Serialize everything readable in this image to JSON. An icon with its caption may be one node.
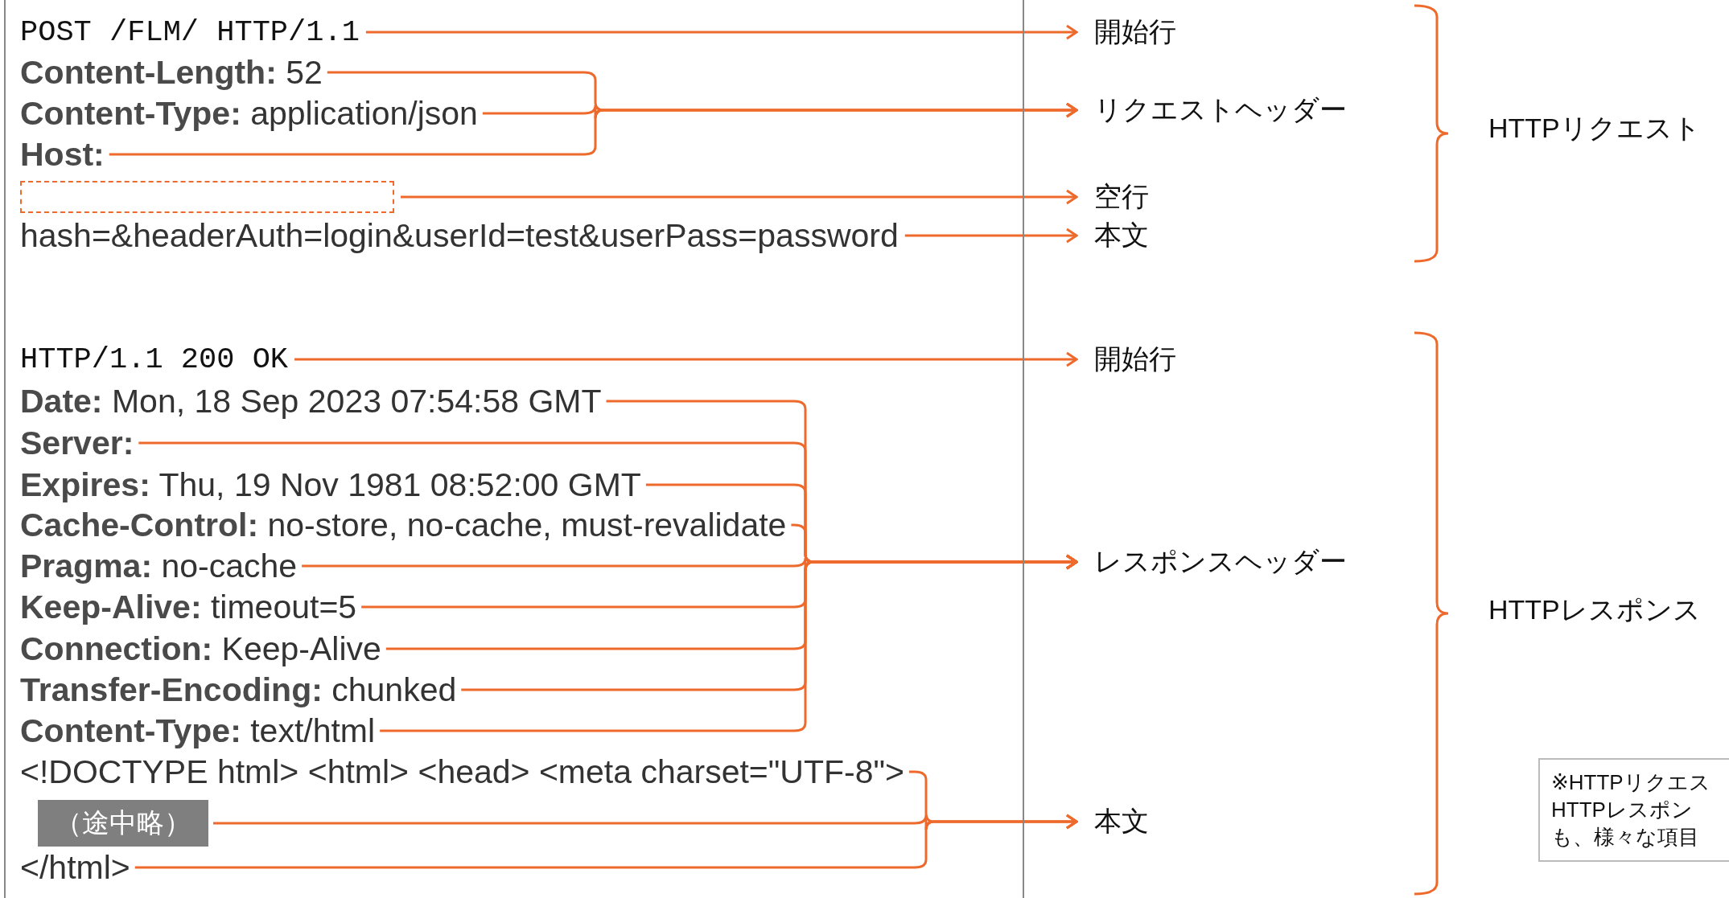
{
  "diagram": {
    "nodes": [
      {
        "text": [],
        "shape": "box"
      },
      {
        "text": [
          "POST /FLM/ HTTP/1.1"
        ],
        "in": 0
      },
      {
        "text": [
          "**Content-Length:** 52"
        ],
        "in": 0
      },
      {
        "text": [
          "**Content-Type:** application/json"
        ],
        "in": 0
      },
      {
        "text": [
          "Host:"
        ],
        "in": 0
      },
      {
        "text": [],
        "shape": "box",
        "in": 0
      },
      {
        "text": [
          "hash=&headerAuth=login&userId=test&userPass=password"
        ],
        "in": 0
      },
      {
        "text": [
          "HTTP/1.1 200 OK"
        ],
        "in": 0
      },
      {
        "text": [
          "**Date:** Mon, 18 Sep 2023 07:54:58 GMT"
        ],
        "in": 0
      },
      {
        "text": [
          "Server:"
        ],
        "in": 0
      },
      {
        "text": [
          "**Expires:** Thu, 19 Nov 1981 08:52:00 GMT"
        ],
        "in": 0
      },
      {
        "text": [
          "**Cache-Control:** no-store, no-cache, must-revalidate"
        ],
        "in": 0
      },
      {
        "text": [
          "**Pragma:** no-cache"
        ],
        "in": 0
      },
      {
        "text": [
          "**Keep-Alive:** timeout=5"
        ],
        "in": 0
      },
      {
        "text": [
          "**Connection:** Keep-Alive"
        ],
        "in": 0
      },
      {
        "text": [
          "**Transfer-Encoding:** chunked"
        ],
        "in": 0
      },
      {
        "text": [
          "**Content-Type:** text/html"
        ],
        "in": 0
      },
      {
        "text": [
          "<!DOCTYPE html> <html> <head> <meta charset=\"UTF-8\">"
        ],
        "in": 0
      },
      {
        "text": [
          "（途中略）"
        ],
        "in": 0
      },
      {
        "text": [
          "</html>"
        ],
        "in": 0
      },
      {
        "text": [
          "開始行"
        ]
      },
      {
        "text": [
          "リクエストヘッダー"
        ]
      },
      {
        "text": [
          "空行"
        ]
      },
      {
        "text": [
          "本文"
        ]
      },
      {
        "text": [
          "開始行"
        ]
      },
      {
        "text": [
          "レスポンスヘッダー"
        ]
      },
      {
        "text": [
          "本文"
        ]
      },
      {
        "text": [
          "※HTTPリクエスHTTPレスポンも、様々な項目"
        ]
      }
    ],
    "edges": [
      {
        "from": 1,
        "to": 20,
        "arrow": "to"
      },
      {
        "from": 2,
        "to": 21,
        "arrow": "to"
      },
      {
        "from": 3,
        "to": 21,
        "arrow": "to"
      },
      {
        "from": 4,
        "to": 21,
        "arrow": "to"
      },
      {
        "from": 5,
        "to": 22,
        "arrow": "to"
      },
      {
        "from": 6,
        "to": 23,
        "arrow": "to"
      },
      {
        "from": 7,
        "to": 24,
        "arrow": "to"
      },
      {
        "from": 8,
        "to": 25,
        "arrow": "to"
      },
      {
        "from": 9,
        "to": 25,
        "arrow": "to"
      },
      {
        "from": 10,
        "to": 25,
        "arrow": "to"
      },
      {
        "from": 11,
        "to": 25,
        "arrow": "to"
      },
      {
        "from": 12,
        "to": 25,
        "arrow": "to"
      },
      {
        "from": 13,
        "to": 25,
        "arrow": "to"
      },
      {
        "from": 14,
        "to": 25,
        "arrow": "to"
      },
      {
        "from": 15,
        "to": 25,
        "arrow": "to"
      },
      {
        "from": 16,
        "to": 25,
        "arrow": "to"
      },
      {
        "from": 17,
        "to": 26,
        "arrow": "to"
      },
      {
        "from": 18,
        "to": 26,
        "arrow": "to"
      },
      {
        "from": 19,
        "to": 26,
        "arrow": "to"
      }
    ],
    "labels": [
      "HTTPリクエスト",
      "HTTPレスポンス"
    ]
  }
}
